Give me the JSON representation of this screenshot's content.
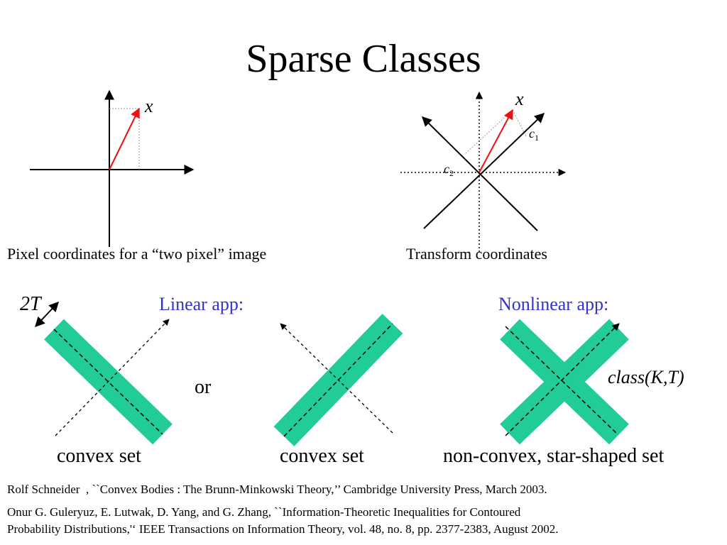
{
  "slide": {
    "title": "Sparse Classes"
  },
  "figure1": {
    "vector_label": "x",
    "caption": "Pixel coordinates for a “two pixel” image"
  },
  "figure2": {
    "vector_label": "x",
    "c1_base": "c",
    "c1_sub": "1",
    "c2_base": "c",
    "c2_sub": "2",
    "caption": "Transform coordinates"
  },
  "lower": {
    "width_label": "2T",
    "linear_label": "Linear app:",
    "nonlinear_label": "Nonlinear app:",
    "or_label": "or",
    "class_label": "class(K,T)",
    "set1_label": "convex set",
    "set2_label": "convex set",
    "set3_label": "non-convex, star-shaped set"
  },
  "references": [
    "Rolf Schneider  , ``Convex Bodies : The Brunn-Minkowski Theory,’’ Cambridge University Press, March 2003.",
    "Onur G. Guleryuz, E. Lutwak, D. Yang, and G. Zhang, ``Information-Theoretic Inequalities for Contoured",
    "Probability Distributions,'‘ IEEE Transactions on Information Theory, vol. 48, no. 8, pp. 2377-2383, August 2002."
  ],
  "colors": {
    "band": "#22cc99",
    "vector": "#ee1111",
    "accent_text": "#3333cc"
  }
}
